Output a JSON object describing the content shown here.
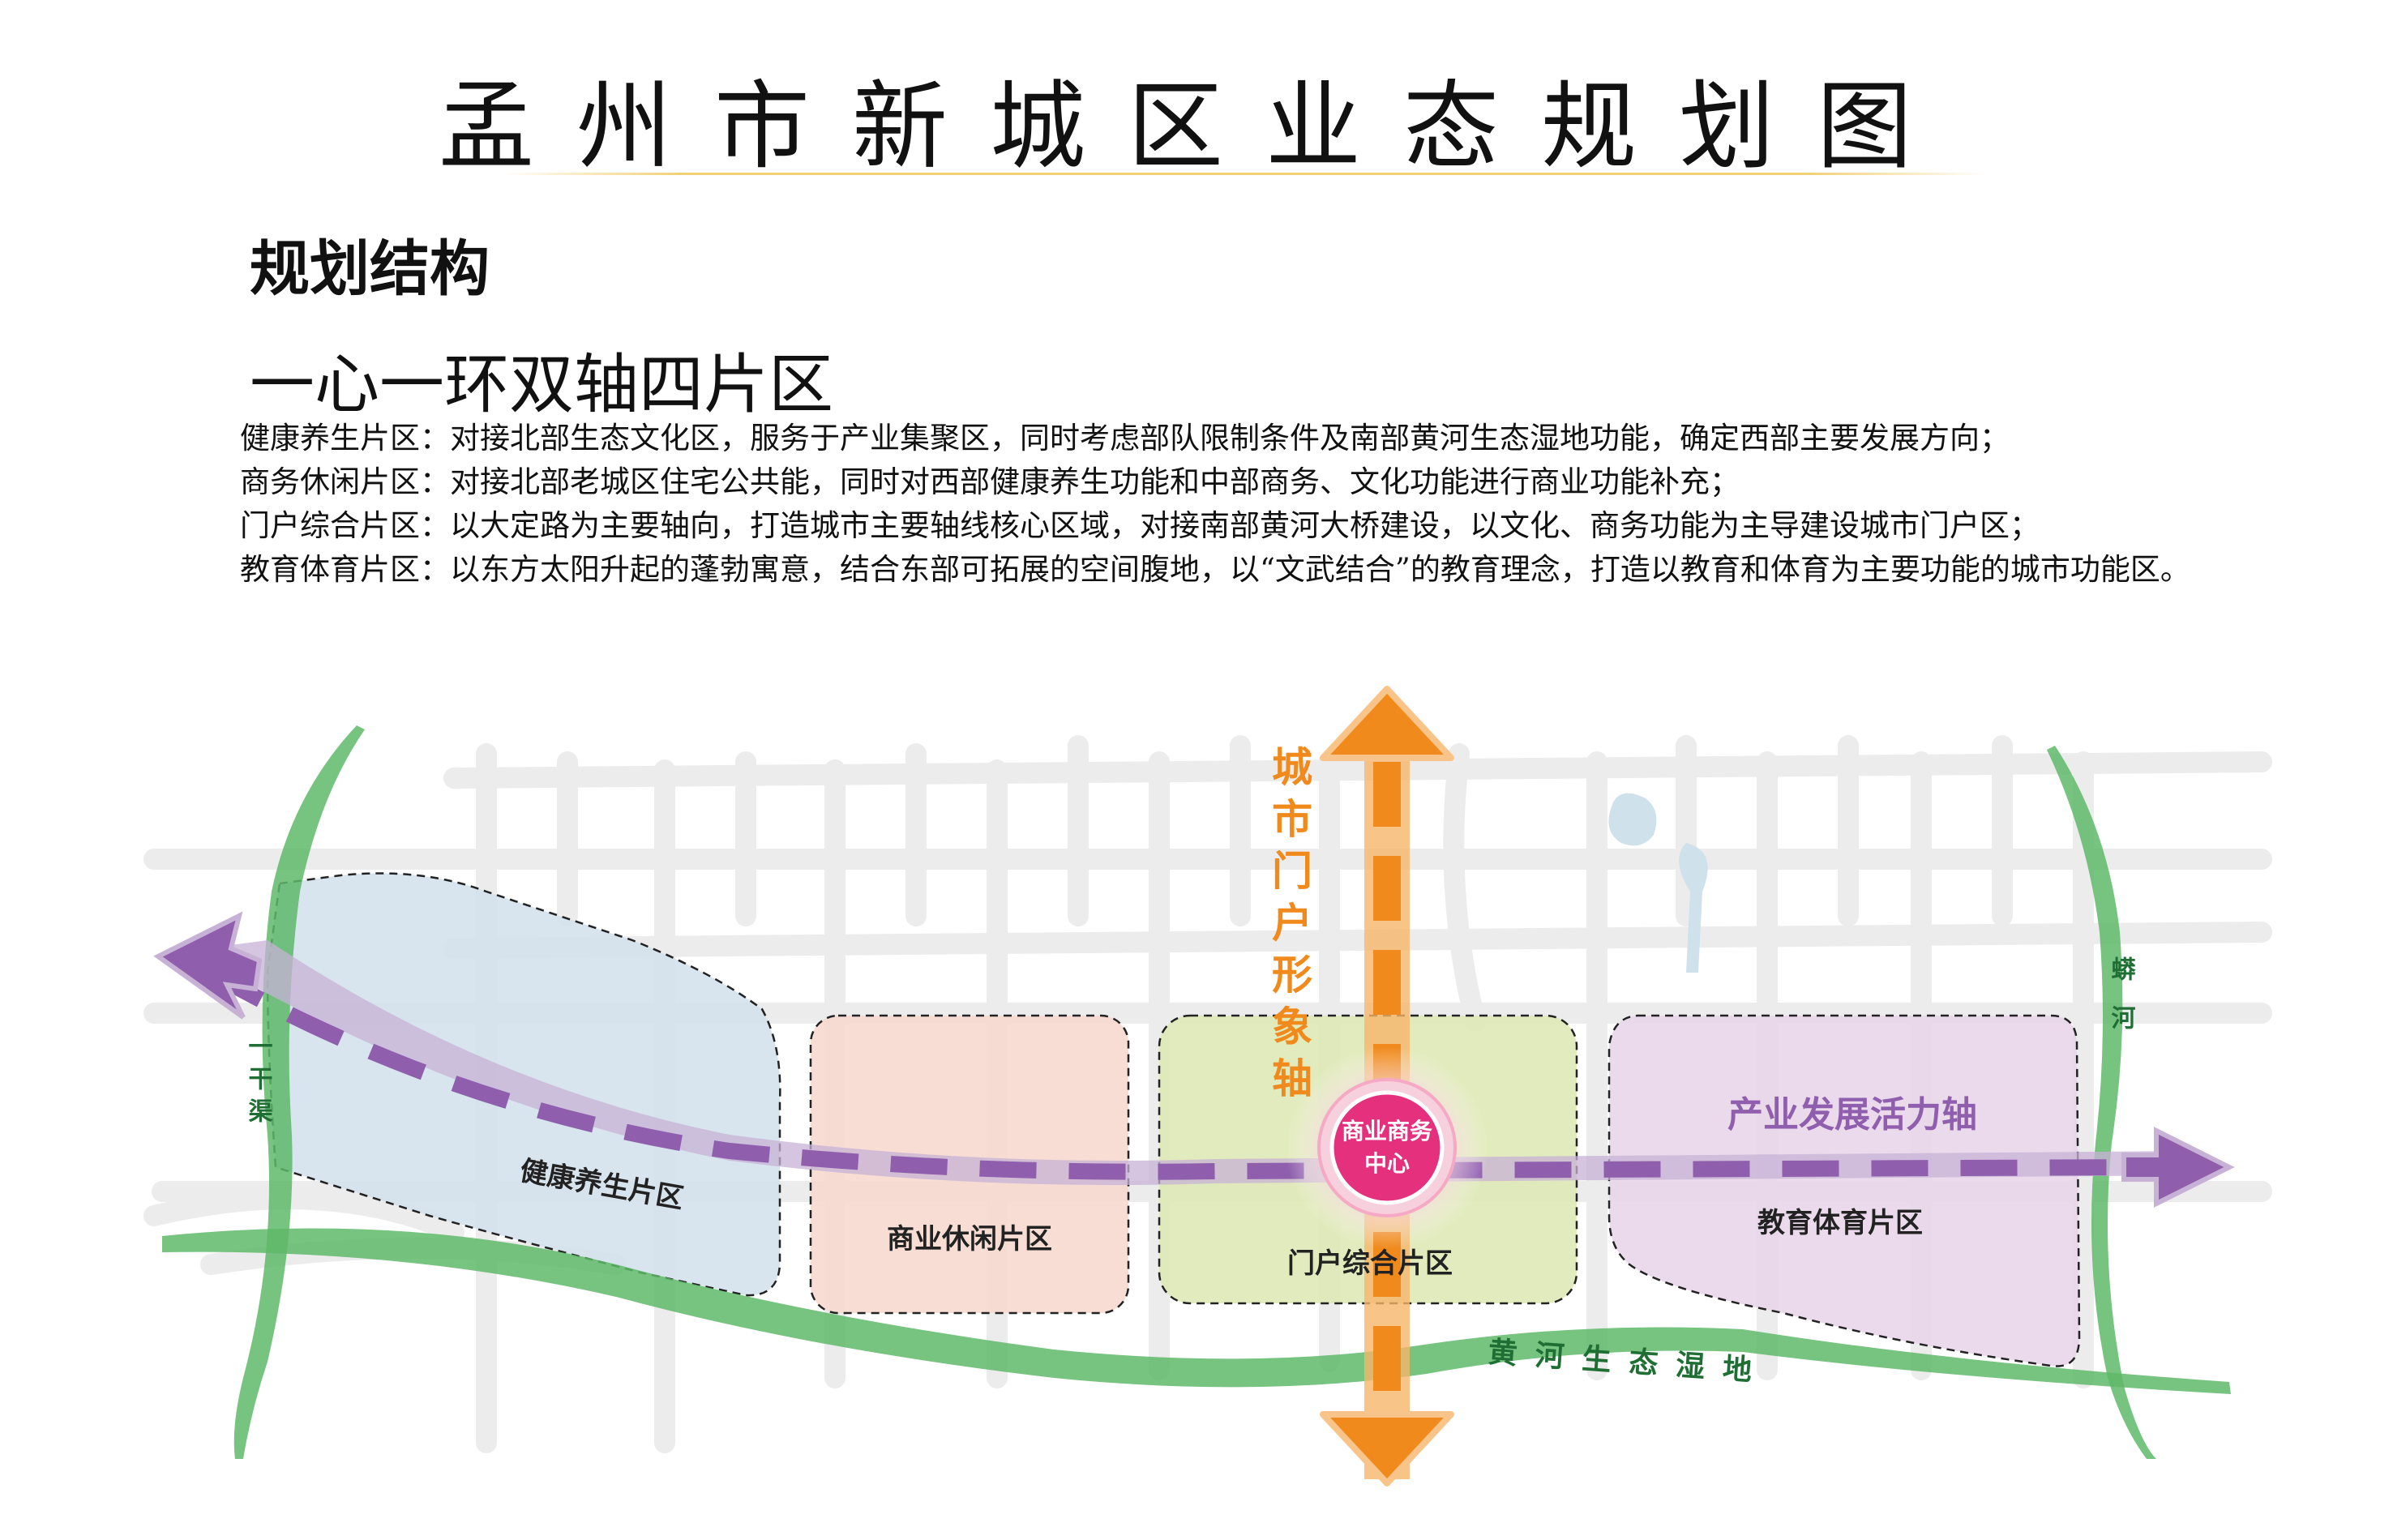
{
  "title": "孟州市新城区业态规划图",
  "heading": "规划结构",
  "subheading": "一心一环双轴四片区",
  "descriptions": [
    "健康养生片区：对接北部生态文化区，服务于产业集聚区，同时考虑部队限制条件及南部黄河生态湿地功能，确定西部主要发展方向；",
    "商务休闲片区：对接北部老城区住宅公共能，同时对西部健康养生功能和中部商务、文化功能进行商业功能补充；",
    "门户综合片区：以大定路为主要轴向，打造城市主要轴线核心区域，对接南部黄河大桥建设，以文化、商务功能为主导建设城市门户区；",
    "教育体育片区：以东方太阳升起的蓬勃寓意，结合东部可拓展的空间腹地，以“文武结合”的教育理念，打造以教育和体育为主要功能的城市功能区。"
  ],
  "map": {
    "zones": {
      "health": "健康养生片区",
      "commerce": "商业休闲片区",
      "gateway": "门户综合片区",
      "education": "教育体育片区"
    },
    "center": {
      "line1": "商业商务",
      "line2": "中心"
    },
    "vertical_axis": "城市门户形象轴",
    "horizontal_axis": "产业发展活力轴",
    "wetland": "黄河生态湿地",
    "west_canal": "一干渠",
    "east_river": "蟒河"
  },
  "colors": {
    "health_zone": "#d4e2ec",
    "commerce_zone": "#f6d9cf",
    "gateway_zone": "#dfe9b6",
    "education_zone": "#e8d6ea",
    "green_band": "#5fb86a",
    "vertical_axis": "#f08a1c",
    "horizontal_axis": "#8f5fae",
    "center": "#e5307e"
  }
}
